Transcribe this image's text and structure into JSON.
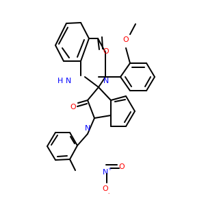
{
  "molecule": {
    "atoms": [
      {
        "id": "O_carbonyl_top",
        "label": "O",
        "color": "#ff0000"
      },
      {
        "id": "O_methoxy",
        "label": "O",
        "color": "#ff0000"
      },
      {
        "id": "N_h",
        "label": "H",
        "color": "#0000ff"
      },
      {
        "id": "N_h2",
        "label": "N",
        "color": "#0000ff"
      },
      {
        "id": "N_aryl",
        "label": "N",
        "color": "#0000ff"
      },
      {
        "id": "O_carbonyl_mid",
        "label": "O",
        "color": "#ff0000"
      },
      {
        "id": "N_indole",
        "label": "N",
        "color": "#0000ff"
      },
      {
        "id": "N_nitro",
        "label": "N",
        "color": "#0000ff"
      },
      {
        "id": "N_nitro_charge",
        "label": "+",
        "color": "#0000ff"
      },
      {
        "id": "O_nitro_top",
        "label": "O",
        "color": "#ff0000"
      },
      {
        "id": "O_nitro_bottom",
        "label": "O",
        "color": "#ff0000"
      },
      {
        "id": "O_nitro_charge",
        "label": "-",
        "color": "#ff0000"
      }
    ]
  }
}
